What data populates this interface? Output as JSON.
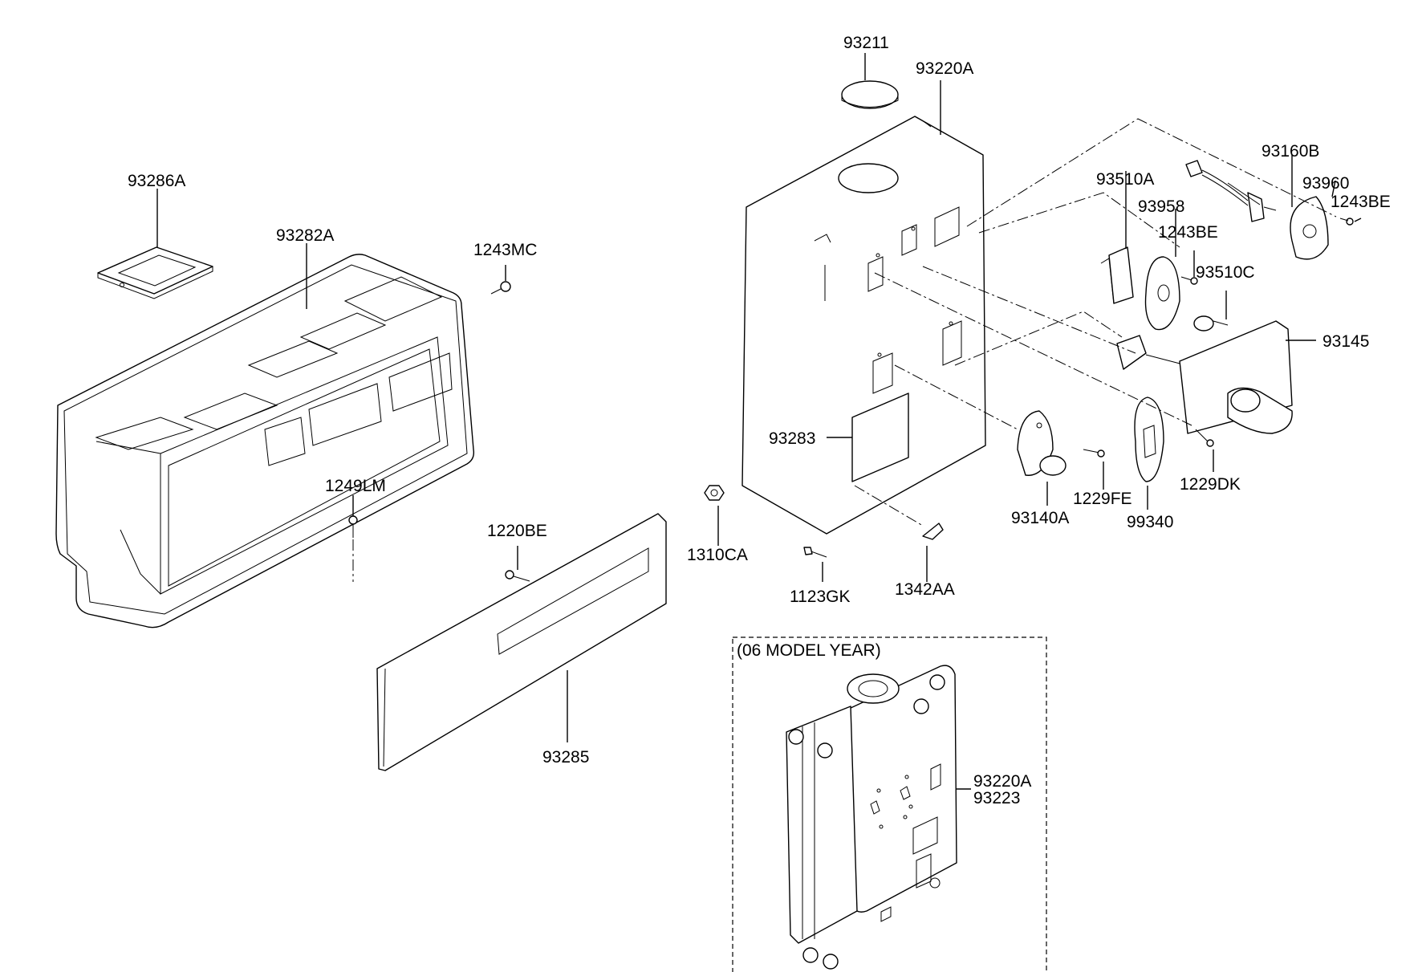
{
  "labels": {
    "p93211": "93211",
    "p93220A": "93220A",
    "p93286A": "93286A",
    "p93282A": "93282A",
    "p1243MC": "1243MC",
    "p93510A": "93510A",
    "p93160B": "93160B",
    "p93958": "93958",
    "p93960": "93960",
    "p1243BE_a": "1243BE",
    "p1243BE_b": "1243BE",
    "p93510C": "93510C",
    "p93145": "93145",
    "p93283": "93283",
    "p1249LM": "1249LM",
    "p1220BE": "1220BE",
    "p1310CA": "1310CA",
    "p1123GK": "1123GK",
    "p1342AA": "1342AA",
    "p93140A": "93140A",
    "p1229FE": "1229FE",
    "p99340": "99340",
    "p1229DK": "1229DK",
    "p93285": "93285",
    "p93220A_b": "93220A",
    "p93223": "93223"
  },
  "inset": {
    "title": "(06 MODEL YEAR)"
  }
}
